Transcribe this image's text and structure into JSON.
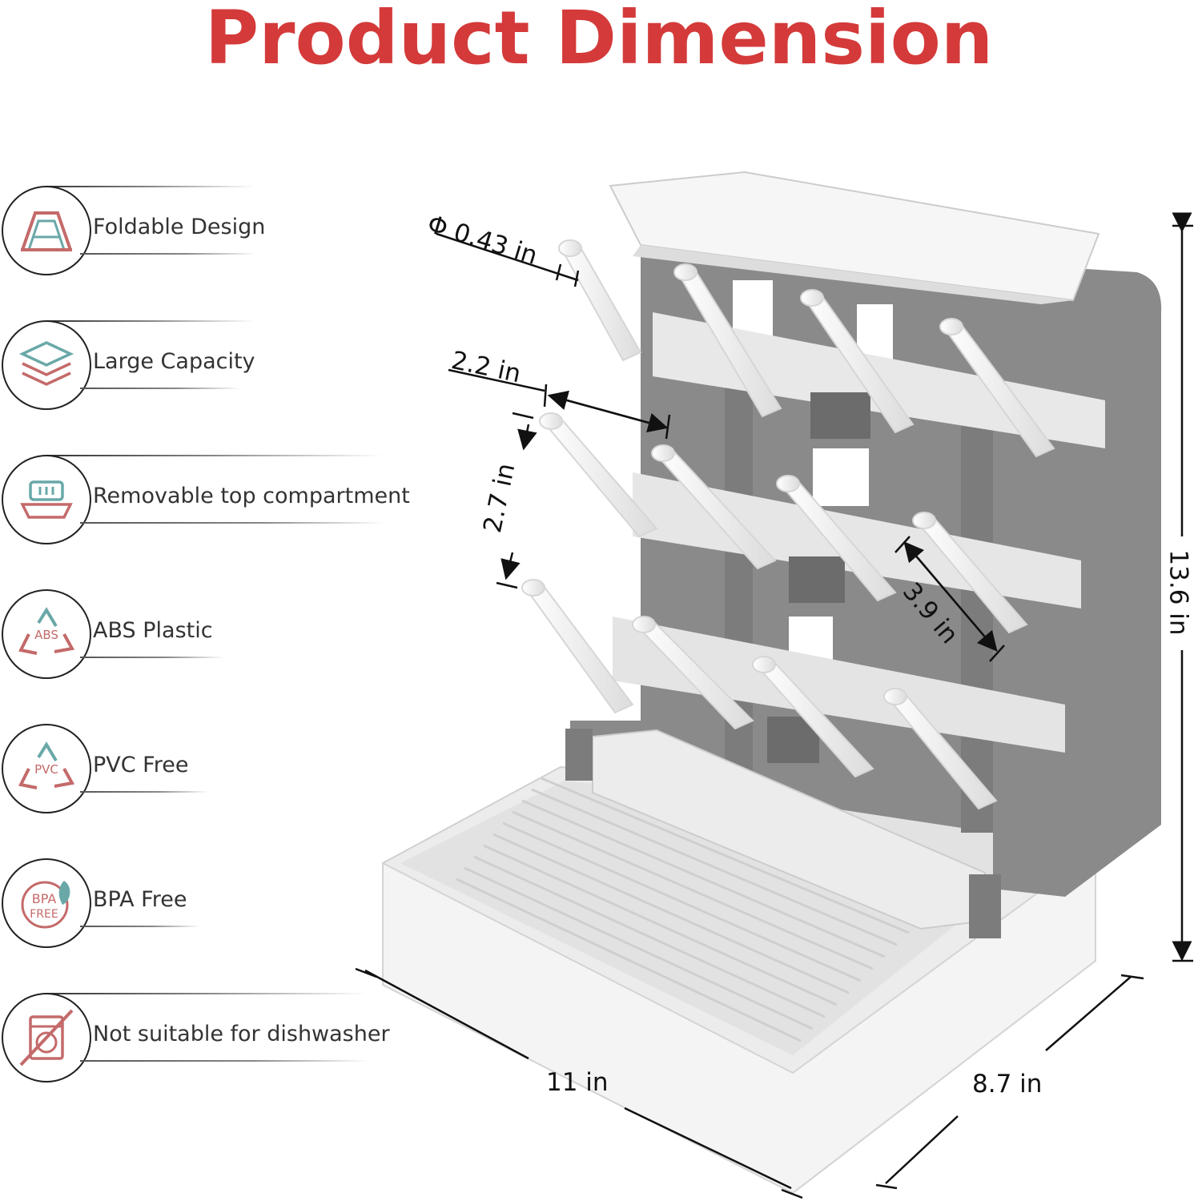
{
  "title": "Product Dimension",
  "colors": {
    "title": "#d43a3a",
    "icon_teal": "#6aa8a8",
    "icon_red": "#c46a6a",
    "frame_gray": "#8a8a8a",
    "peg_white": "#f4f4f4"
  },
  "features": [
    {
      "label": "Foldable Design",
      "icon": "foldable-icon"
    },
    {
      "label": "Large Capacity",
      "icon": "layers-icon"
    },
    {
      "label": "Removable top compartment",
      "icon": "tray-icon"
    },
    {
      "label": "ABS Plastic",
      "icon": "recycle-icon",
      "icon_text": "ABS"
    },
    {
      "label": "PVC Free",
      "icon": "recycle-icon",
      "icon_text": "PVC"
    },
    {
      "label": "BPA Free",
      "icon": "bpa-free-icon",
      "icon_text_top": "BPA",
      "icon_text_bottom": "FREE"
    },
    {
      "label": "Not suitable for dishwasher",
      "icon": "no-dishwasher-icon"
    }
  ],
  "dimensions": {
    "peg_diameter": "Φ 0.43 in",
    "peg_spacing": "2.2 in",
    "row_spacing": "2.7 in",
    "peg_length": "3.9 in",
    "height": "13.6 in",
    "width": "11 in",
    "depth": "8.7 in"
  }
}
